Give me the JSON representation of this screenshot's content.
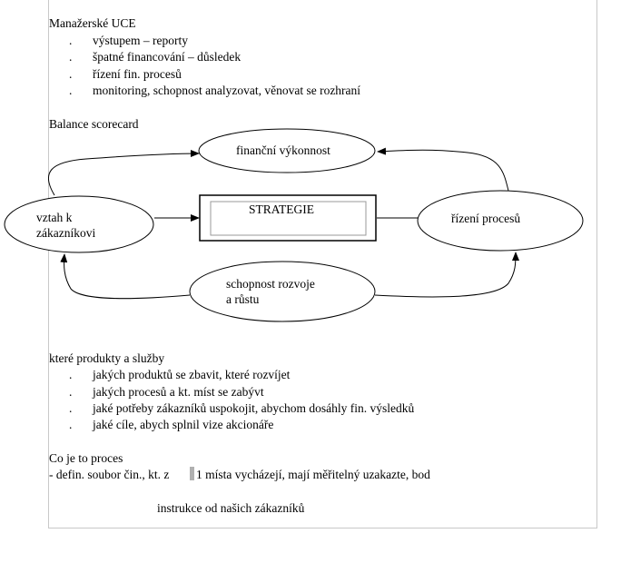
{
  "section1": {
    "heading": "Manažerské UCE",
    "bullets": [
      "výstupem – reporty",
      "špatné financování – důsledek",
      "řízení fin. procesů",
      "monitoring, schopnost analyzovat, věnovat se rozhraní"
    ],
    "bullet_marker": "."
  },
  "section2": {
    "heading": "Balance scorecard"
  },
  "diagram": {
    "top_node": "finanční výkonnost",
    "left_node_line1": "vztah k",
    "left_node_line2": "zákazníkovi",
    "center_box": "STRATEGIE",
    "right_node": "řízení procesů",
    "bottom_node_line1": "schopnost rozvoje",
    "bottom_node_line2": "a růstu"
  },
  "section3": {
    "heading": "které produkty a služby",
    "bullets": [
      "jakých produktů se zbavit, které rozvíjet",
      "jakých procesů a kt. míst se zabývt",
      "jaké potřeby zákazníků uspokojit, abychom dosáhly fin. výsledků",
      "jaké cíle, abych splnil vize akcionáře"
    ],
    "bullet_marker": "."
  },
  "section4": {
    "heading": "Co je to proces",
    "definition_start": "- defin. soubor čin., kt. z",
    "definition_end": "1 místa vycházejí, mají měřitelný uzakazte, bod",
    "note": "instrukce od našich zákazníků"
  }
}
